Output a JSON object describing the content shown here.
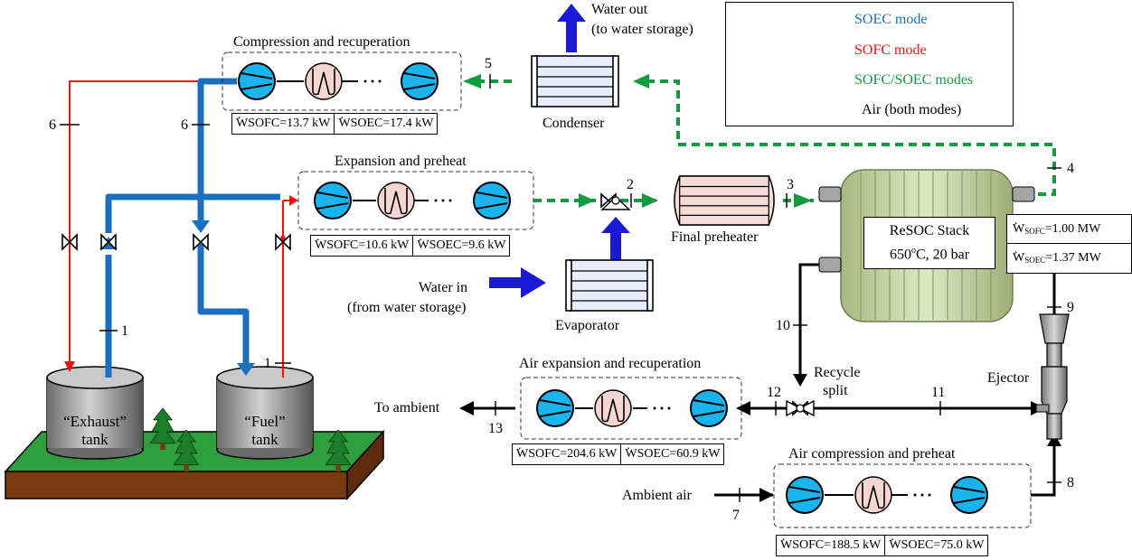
{
  "legend": {
    "soec": "SOEC mode",
    "sofc": "SOFC mode",
    "both": "SOFC/SOEC modes",
    "air": "Air (both modes)"
  },
  "colors": {
    "soec": "#1b6fc0",
    "sofc": "#ee1111",
    "both": "#129a3f",
    "air": "#000000",
    "water_arrow": "#1a1ad6",
    "compressor": "#19b3ef",
    "hx": "#f5d6d0",
    "ground": "#2f9e3c",
    "soil": "#7a3a10"
  },
  "blocks": {
    "compression": {
      "title": "Compression and recuperation",
      "w_sofc": {
        "sub": "SOFC",
        "value": "=13.7 kW"
      },
      "w_soec": {
        "sub": "SOEC",
        "value": "=17.4 kW"
      }
    },
    "expansion": {
      "title": "Expansion and preheat",
      "w_sofc": {
        "sub": "SOFC",
        "value": "=10.6 kW"
      },
      "w_soec": {
        "sub": "SOEC",
        "value": "=9.6 kW"
      }
    },
    "air_expansion": {
      "title": "Air expansion and recuperation",
      "w_sofc": {
        "sub": "SOFC",
        "value": "=204.6 kW"
      },
      "w_soec": {
        "sub": "SOEC",
        "value": "=60.9 kW"
      }
    },
    "air_compression": {
      "title": "Air compression and preheat",
      "w_sofc": {
        "sub": "SOFC",
        "value": "=188.5 kW"
      },
      "w_soec": {
        "sub": "SOEC",
        "value": "=75.0 kW"
      }
    }
  },
  "components": {
    "condenser": "Condenser",
    "water_out_1": "Water out",
    "water_out_2": "(to water storage)",
    "final_preheater": "Final preheater",
    "evaporator": "Evaporator",
    "water_in_1": "Water in",
    "water_in_2": "(from water storage)",
    "stack_1": "ReSOC Stack",
    "stack_2_prefix": "650",
    "stack_2_sup": "o",
    "stack_2_suffix": "C, 20 bar",
    "stack_w_sofc": {
      "sub": "SOFC",
      "value": "=1.00 MW"
    },
    "stack_w_soec": {
      "sub": "SOEC",
      "value": "=1.37 MW"
    },
    "ejector": "Ejector",
    "recycle_1": "Recycle",
    "recycle_2": "split",
    "to_ambient": "To ambient",
    "ambient_air": "Ambient air",
    "exhaust_tank_1": "“Exhaust”",
    "exhaust_tank_2": "tank",
    "fuel_tank_1": "“Fuel”",
    "fuel_tank_2": "tank"
  },
  "states": {
    "s1a": "1",
    "s1b": "1",
    "s2": "2",
    "s3": "3",
    "s4": "4",
    "s5": "5",
    "s6a": "6",
    "s6b": "6",
    "s7": "7",
    "s8": "8",
    "s9": "9",
    "s10": "10",
    "s11": "11",
    "s12": "12",
    "s13": "13"
  }
}
